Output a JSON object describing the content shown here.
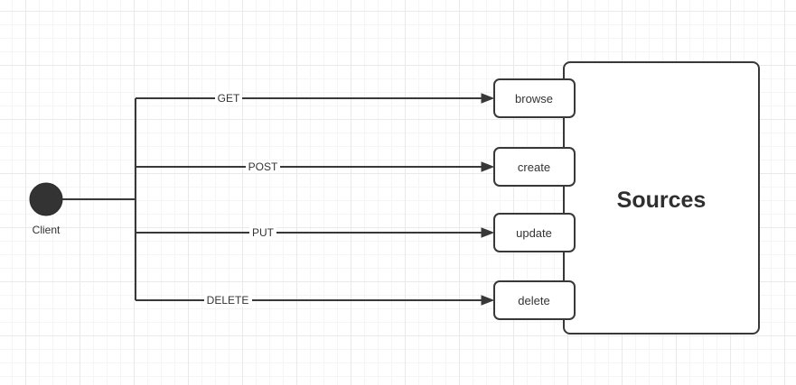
{
  "diagram": {
    "client": {
      "label": "Client"
    },
    "rows": [
      {
        "method": "GET",
        "operation": "browse"
      },
      {
        "method": "POST",
        "operation": "create"
      },
      {
        "method": "PUT",
        "operation": "update"
      },
      {
        "method": "DELETE",
        "operation": "delete"
      }
    ],
    "target": {
      "label": "Sources"
    },
    "colors": {
      "background": "#ffffff",
      "grid_minor": "#f5f5f5",
      "grid_major": "#e9e9e9",
      "stroke": "#383838",
      "client_fill": "#333333",
      "box_fill": "#ffffff",
      "text": "#333333"
    }
  }
}
